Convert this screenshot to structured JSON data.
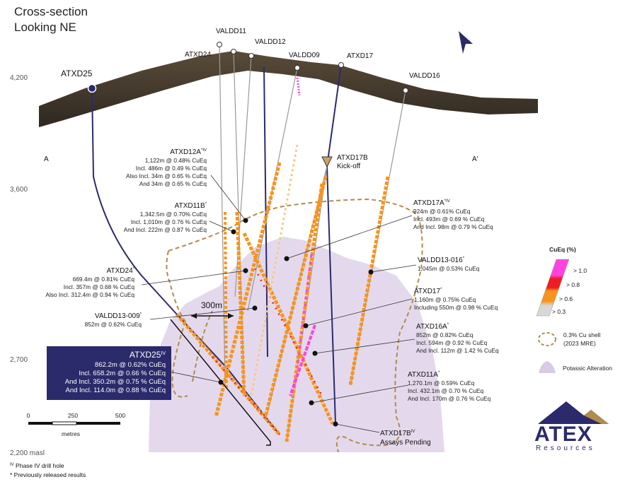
{
  "title": {
    "line1": "Cross-section",
    "line2": "Looking NE"
  },
  "elevations": {
    "e4200": "4,200",
    "e3600": "3,600",
    "e2700": "2,700",
    "e2200": "2,200 masl"
  },
  "section_labels": {
    "a": "A",
    "a_prime": "A'"
  },
  "holes": {
    "atxd25": "ATXD25",
    "atxd24": "ATXD24",
    "valdd11": "VALDD11",
    "valdd12": "VALDD12",
    "valdd09": "VALDD09",
    "atxd17": "ATXD17",
    "valdd16": "VALDD16"
  },
  "kickoff": {
    "line1": "ATXD17B",
    "line2": "Kick-off"
  },
  "distance_label": "300m",
  "annotations": {
    "atxd12a": {
      "head": "ATXD12A",
      "sup": "*IV",
      "lines": [
        "1,122m @ 0.48% CuEq",
        "Incl. 486m @ 0.49 % CuEq",
        "Also Incl. 34m @ 0.65 % CuEq",
        "And 34m @ 0.65 % CuEq"
      ]
    },
    "atxd11b": {
      "head": "ATXD11B",
      "sup": "*",
      "lines": [
        "1,342.5m @ 0.70% CuEq",
        "Incl. 1,010m @ 0.76 % CuEq",
        "And Incl. 222m @ 0.87 % CuEq"
      ]
    },
    "atxd24": {
      "head": "ATXD24",
      "sup": "*",
      "lines": [
        "669.4m @ 0.81% CuEq",
        "Incl. 357m @ 0.68 % CuEq",
        "Also Incl. 312.4m @ 0.94 % CuEq"
      ]
    },
    "valdd13009": {
      "head": "VALDD13-009",
      "sup": "*",
      "lines": [
        "852m @ 0.62% CuEq"
      ]
    },
    "atxd17a": {
      "head": "ATXD17A",
      "sup": "*IV",
      "lines": [
        "924m @ 0.61% CuEq",
        "Incl. 493m @ 0.69 % CuEq",
        "And Incl. 98m @ 0.79 % CuEq"
      ]
    },
    "valdd13016": {
      "head": "VALDD13-016",
      "sup": "*",
      "lines": [
        "1,045m @ 0.53% CuEq"
      ]
    },
    "atxd17": {
      "head": "ATXD17",
      "sup": "*",
      "lines": [
        "1,160m @ 0.75% CuEq",
        "Including 550m @ 0.98 % CuEq"
      ]
    },
    "atxd16a": {
      "head": "ATXD16A",
      "sup": "*",
      "lines": [
        "852m @ 0.82% CuEq",
        "Incl. 594m @ 0.92 % CuEq",
        "And Incl. 112m @ 1.42 % CuEq"
      ]
    },
    "atxd11a": {
      "head": "ATXD11A",
      "sup": "*",
      "lines": [
        "1,270.1m @ 0.59% CuEq",
        "Incl. 432.1m @ 0.70 % CuEq",
        "And Incl. 170m @ 0.76 % CuEq"
      ]
    },
    "atxd17b": {
      "head": "ATXD17B",
      "sup": "IV",
      "lines": [
        "Assays Pending"
      ]
    }
  },
  "atxd25_box": {
    "head": "ATXD25",
    "sup": "IV",
    "lines": [
      "862.2m @ 0.62% CuEq",
      "Incl. 658.2m @ 0.66 % CuEq",
      "And Incl. 350.2m @ 0.75 % CuEq",
      "And Incl. 114.0m @ 0.88 % CuEq"
    ]
  },
  "legend": {
    "title": "CuEq (%)",
    "ranges": [
      "> 1.0",
      "> 0.8",
      "> 0.6",
      "> 0.3"
    ],
    "shell_line1": "0.3% Cu shell",
    "shell_line2": "(2023 MRE)",
    "alteration": "Potassic Alteration"
  },
  "scale": {
    "ticks": [
      "0",
      "250",
      "500"
    ],
    "unit": "metres"
  },
  "footnotes": {
    "iv_sup": "IV",
    "iv_text": "Phase IV drill hole",
    "star_text": "* Previously released results"
  },
  "logo": {
    "name": "ATEX",
    "sub": "Resources"
  },
  "colors": {
    "surface": "#3e3528",
    "alteration": "#e4d9ec",
    "hole_trace": "#2a2a6e",
    "box_bg": "#2b2a6b",
    "grade_gt1": "#ff44dd",
    "grade_gt08": "#ee1c24",
    "grade_gt06": "#f7941d",
    "grade_gt03": "#fde4b8",
    "shell": "#b38b4a"
  }
}
